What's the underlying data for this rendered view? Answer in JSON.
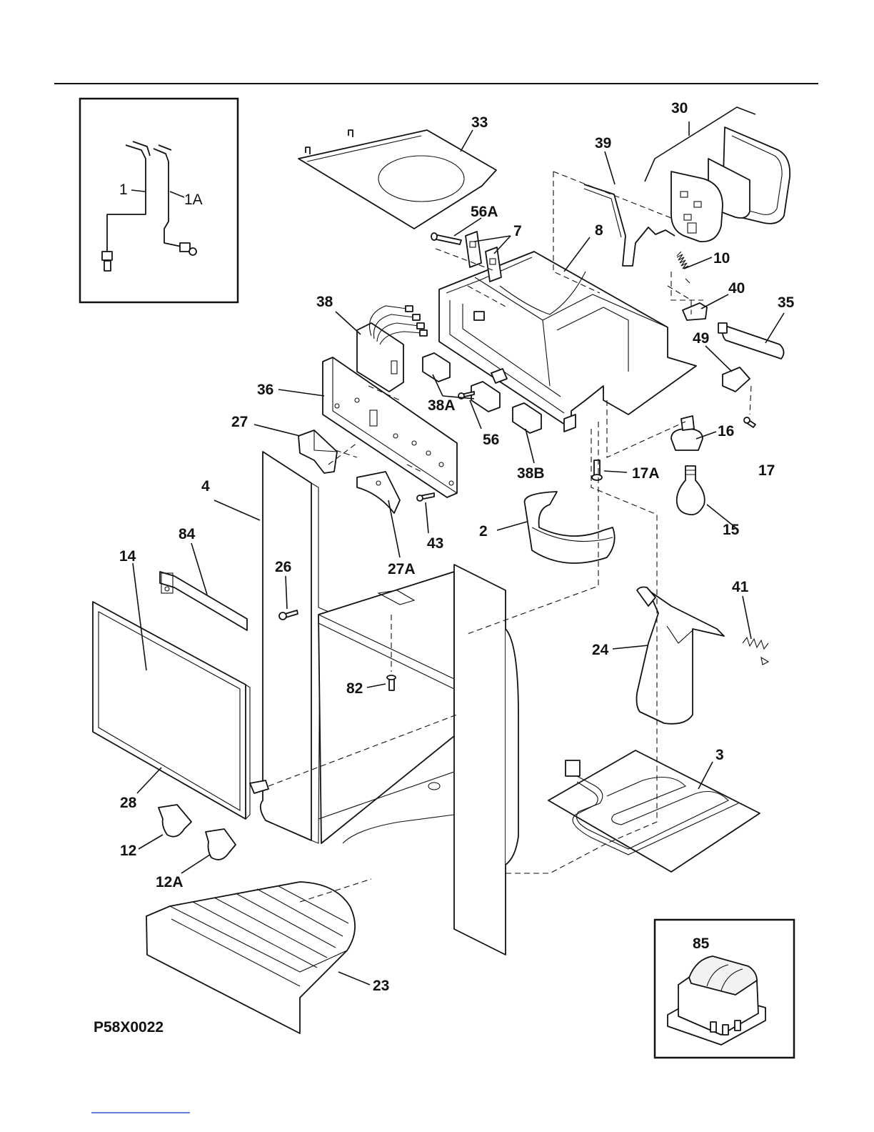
{
  "diagram": {
    "drawing_id": "P58X0022",
    "callouts": [
      {
        "key": "c1",
        "text": "1"
      },
      {
        "key": "c1A",
        "text": "1A"
      },
      {
        "key": "c2",
        "text": "2"
      },
      {
        "key": "c3",
        "text": "3"
      },
      {
        "key": "c4",
        "text": "4"
      },
      {
        "key": "c7",
        "text": "7"
      },
      {
        "key": "c8",
        "text": "8"
      },
      {
        "key": "c10",
        "text": "10"
      },
      {
        "key": "c12",
        "text": "12"
      },
      {
        "key": "c12A",
        "text": "12A"
      },
      {
        "key": "c14",
        "text": "14"
      },
      {
        "key": "c15",
        "text": "15"
      },
      {
        "key": "c16",
        "text": "16"
      },
      {
        "key": "c17",
        "text": "17"
      },
      {
        "key": "c17A",
        "text": "17A"
      },
      {
        "key": "c23",
        "text": "23"
      },
      {
        "key": "c24",
        "text": "24"
      },
      {
        "key": "c26",
        "text": "26"
      },
      {
        "key": "c27",
        "text": "27"
      },
      {
        "key": "c27A",
        "text": "27A"
      },
      {
        "key": "c28",
        "text": "28"
      },
      {
        "key": "c30",
        "text": "30"
      },
      {
        "key": "c33",
        "text": "33"
      },
      {
        "key": "c35",
        "text": "35"
      },
      {
        "key": "c36",
        "text": "36"
      },
      {
        "key": "c38",
        "text": "38"
      },
      {
        "key": "c38A",
        "text": "38A"
      },
      {
        "key": "c38B",
        "text": "38B"
      },
      {
        "key": "c39",
        "text": "39"
      },
      {
        "key": "c40",
        "text": "40"
      },
      {
        "key": "c41",
        "text": "41"
      },
      {
        "key": "c43",
        "text": "43"
      },
      {
        "key": "c49",
        "text": "49"
      },
      {
        "key": "c56",
        "text": "56"
      },
      {
        "key": "c56A",
        "text": "56A"
      },
      {
        "key": "c82",
        "text": "82"
      },
      {
        "key": "c84",
        "text": "84"
      },
      {
        "key": "c85",
        "text": "85"
      }
    ]
  }
}
